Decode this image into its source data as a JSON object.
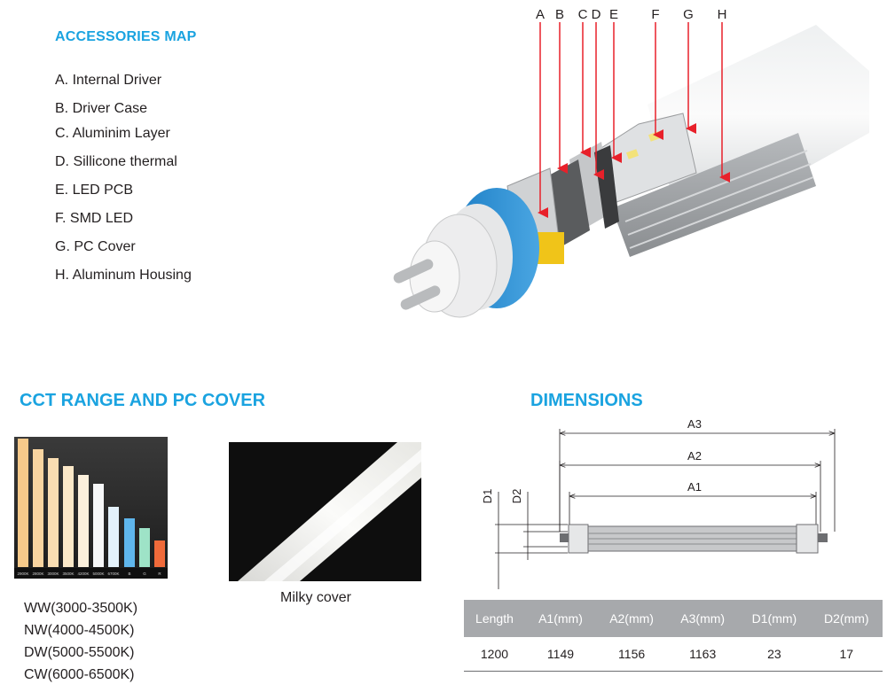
{
  "accessories": {
    "title": "ACCESSORIES MAP",
    "items": [
      "A. Internal Driver",
      "B. Driver Case",
      "C. Aluminim Layer",
      "D. Sillicone thermal",
      "E. LED PCB",
      "F. SMD LED",
      "G. PC Cover",
      "H. Aluminum Housing"
    ],
    "letters": [
      "A",
      "B",
      "C",
      "D",
      "E",
      "F",
      "G",
      "H"
    ]
  },
  "cct": {
    "title": "CCT RANGE AND PC COVER",
    "bar_labels": [
      "2900K",
      "2800K",
      "3000K",
      "3500K",
      "4200K",
      "5000K",
      "6700K",
      "B",
      "G",
      "R"
    ],
    "ranges": [
      "WW(3000-3500K)",
      "NW(4000-4500K)",
      "DW(5000-5500K)",
      "CW(6000-6500K)"
    ],
    "cover_caption": "Milky cover"
  },
  "dimensions": {
    "title": "DIMENSIONS",
    "drawing_labels": {
      "a3": "A3",
      "a2": "A2",
      "a1": "A1",
      "d1": "D1",
      "d2": "D2"
    },
    "table": {
      "headers": [
        "Length",
        "A1(mm)",
        "A2(mm)",
        "A3(mm)",
        "D1(mm)",
        "D2(mm)"
      ],
      "row": [
        "1200",
        "1149",
        "1156",
        "1163",
        "23",
        "17"
      ]
    }
  },
  "colors": {
    "accent": "#1aa3e0",
    "arrow": "#e8202a",
    "table_header": "#a7a9ac"
  }
}
